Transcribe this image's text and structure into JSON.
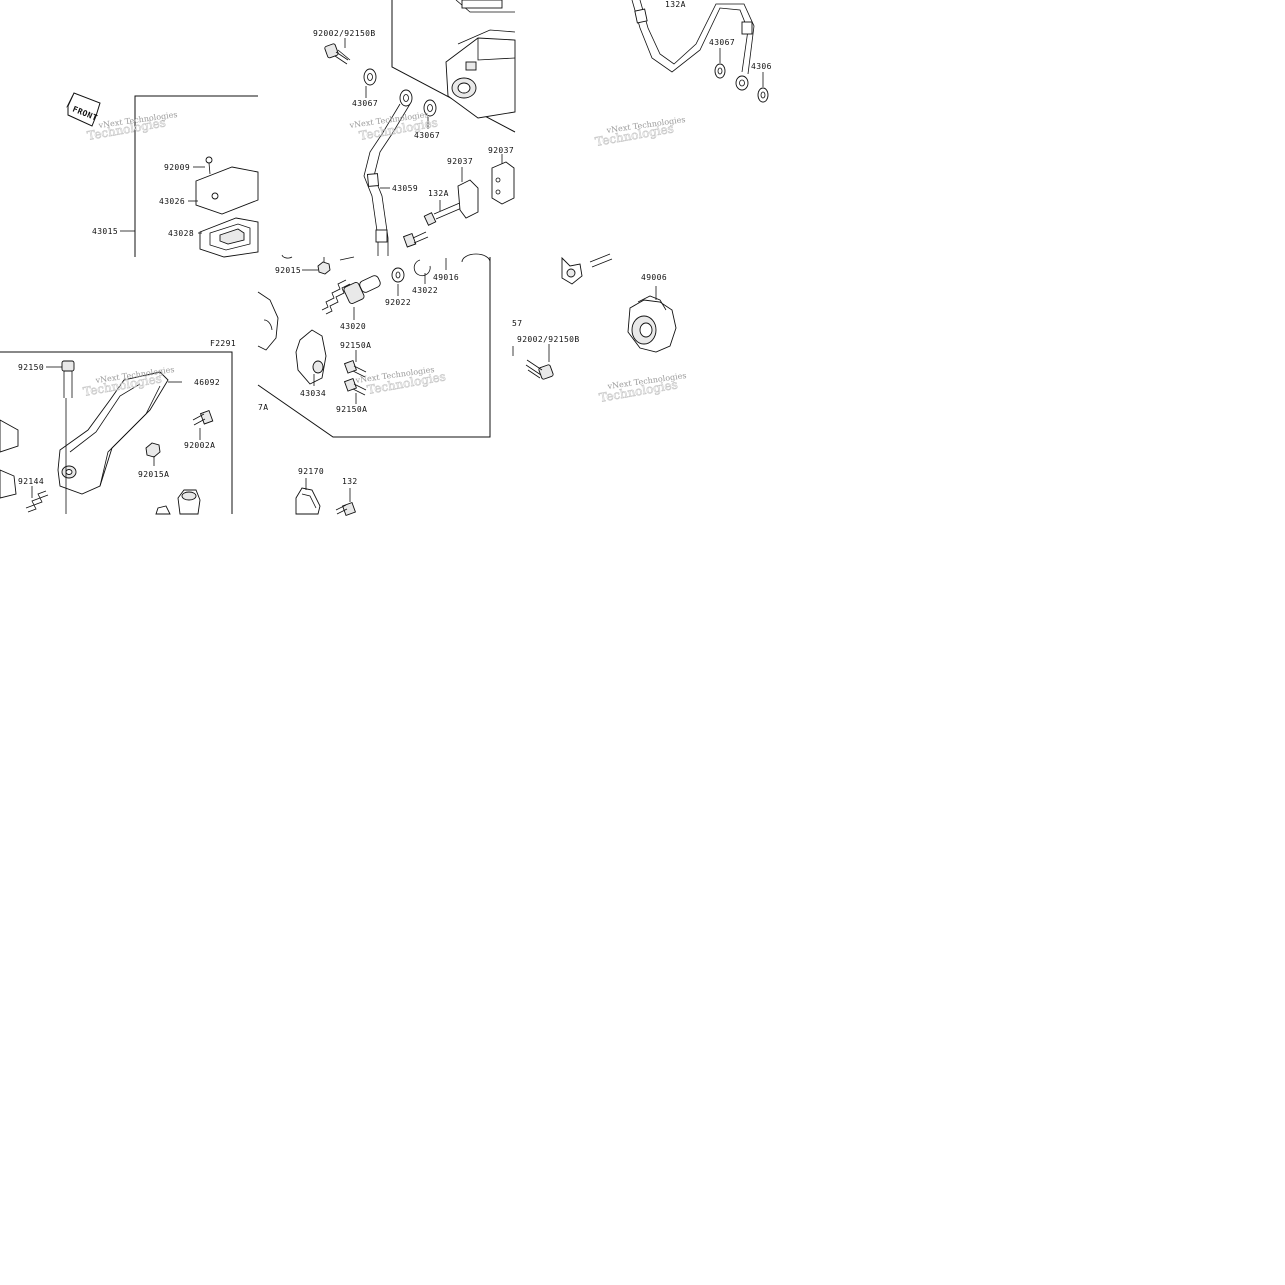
{
  "diagram": {
    "code": "F2291",
    "front_label": "FRONT",
    "watermark_line1": "vNext Technologies",
    "watermark_line2": "Technologies",
    "labels": {
      "a_132A_top": "132A",
      "a_43067_r1": "43067",
      "a_4306_r2": "4306",
      "a_92002_92150B_top": "92002/92150B",
      "a_43067_l1": "43067",
      "a_43067_l2": "43067",
      "a_92037_a": "92037",
      "a_92037_b": "92037",
      "a_43059": "43059",
      "a_132A_mid": "132A",
      "a_92009": "92009",
      "a_43026": "43026",
      "a_43028": "43028",
      "a_43015": "43015",
      "a_92015": "92015",
      "a_49016": "49016",
      "a_43022": "43022",
      "a_92022": "92022",
      "a_43020": "43020",
      "a_92150A_1": "92150A",
      "a_92150A_2": "92150A",
      "a_43034": "43034",
      "a_49006": "49006",
      "a_57": "57",
      "a_92002_92150B_mid": "92002/92150B",
      "a_92150": "92150",
      "a_46092": "46092",
      "a_92002A": "92002A",
      "a_92015A": "92015A",
      "a_92144": "92144",
      "a_92170": "92170",
      "a_132_bot": "132",
      "a_7A": "7A"
    }
  }
}
